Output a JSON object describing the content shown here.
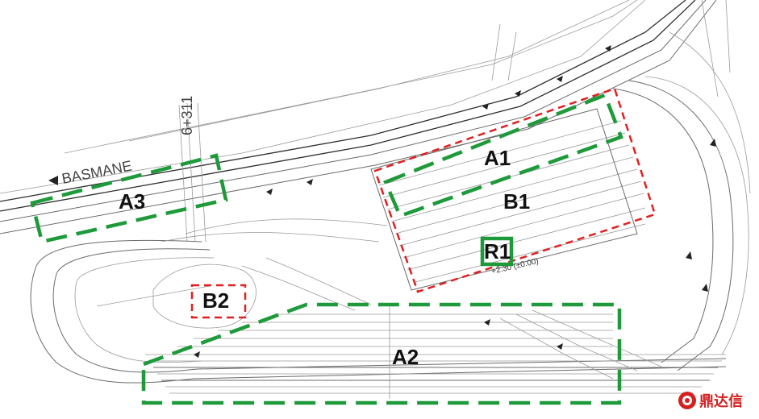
{
  "plan": {
    "direction_label": "BASMANE",
    "chainage_label": "6+311",
    "elevation_label": "+2.30 (±0.00)",
    "colors": {
      "green_zone": "#1e9a3a",
      "red_zone": "#e02020",
      "track": "#6b6b6b"
    }
  },
  "zones": {
    "a1": {
      "label": "A1"
    },
    "a2": {
      "label": "A2"
    },
    "a3": {
      "label": "A3"
    },
    "b1": {
      "label": "B1"
    },
    "b2": {
      "label": "B2"
    },
    "r1": {
      "label": "R1"
    }
  },
  "watermark": {
    "text": "鼎达信",
    "icon": "logo-badge-icon"
  }
}
